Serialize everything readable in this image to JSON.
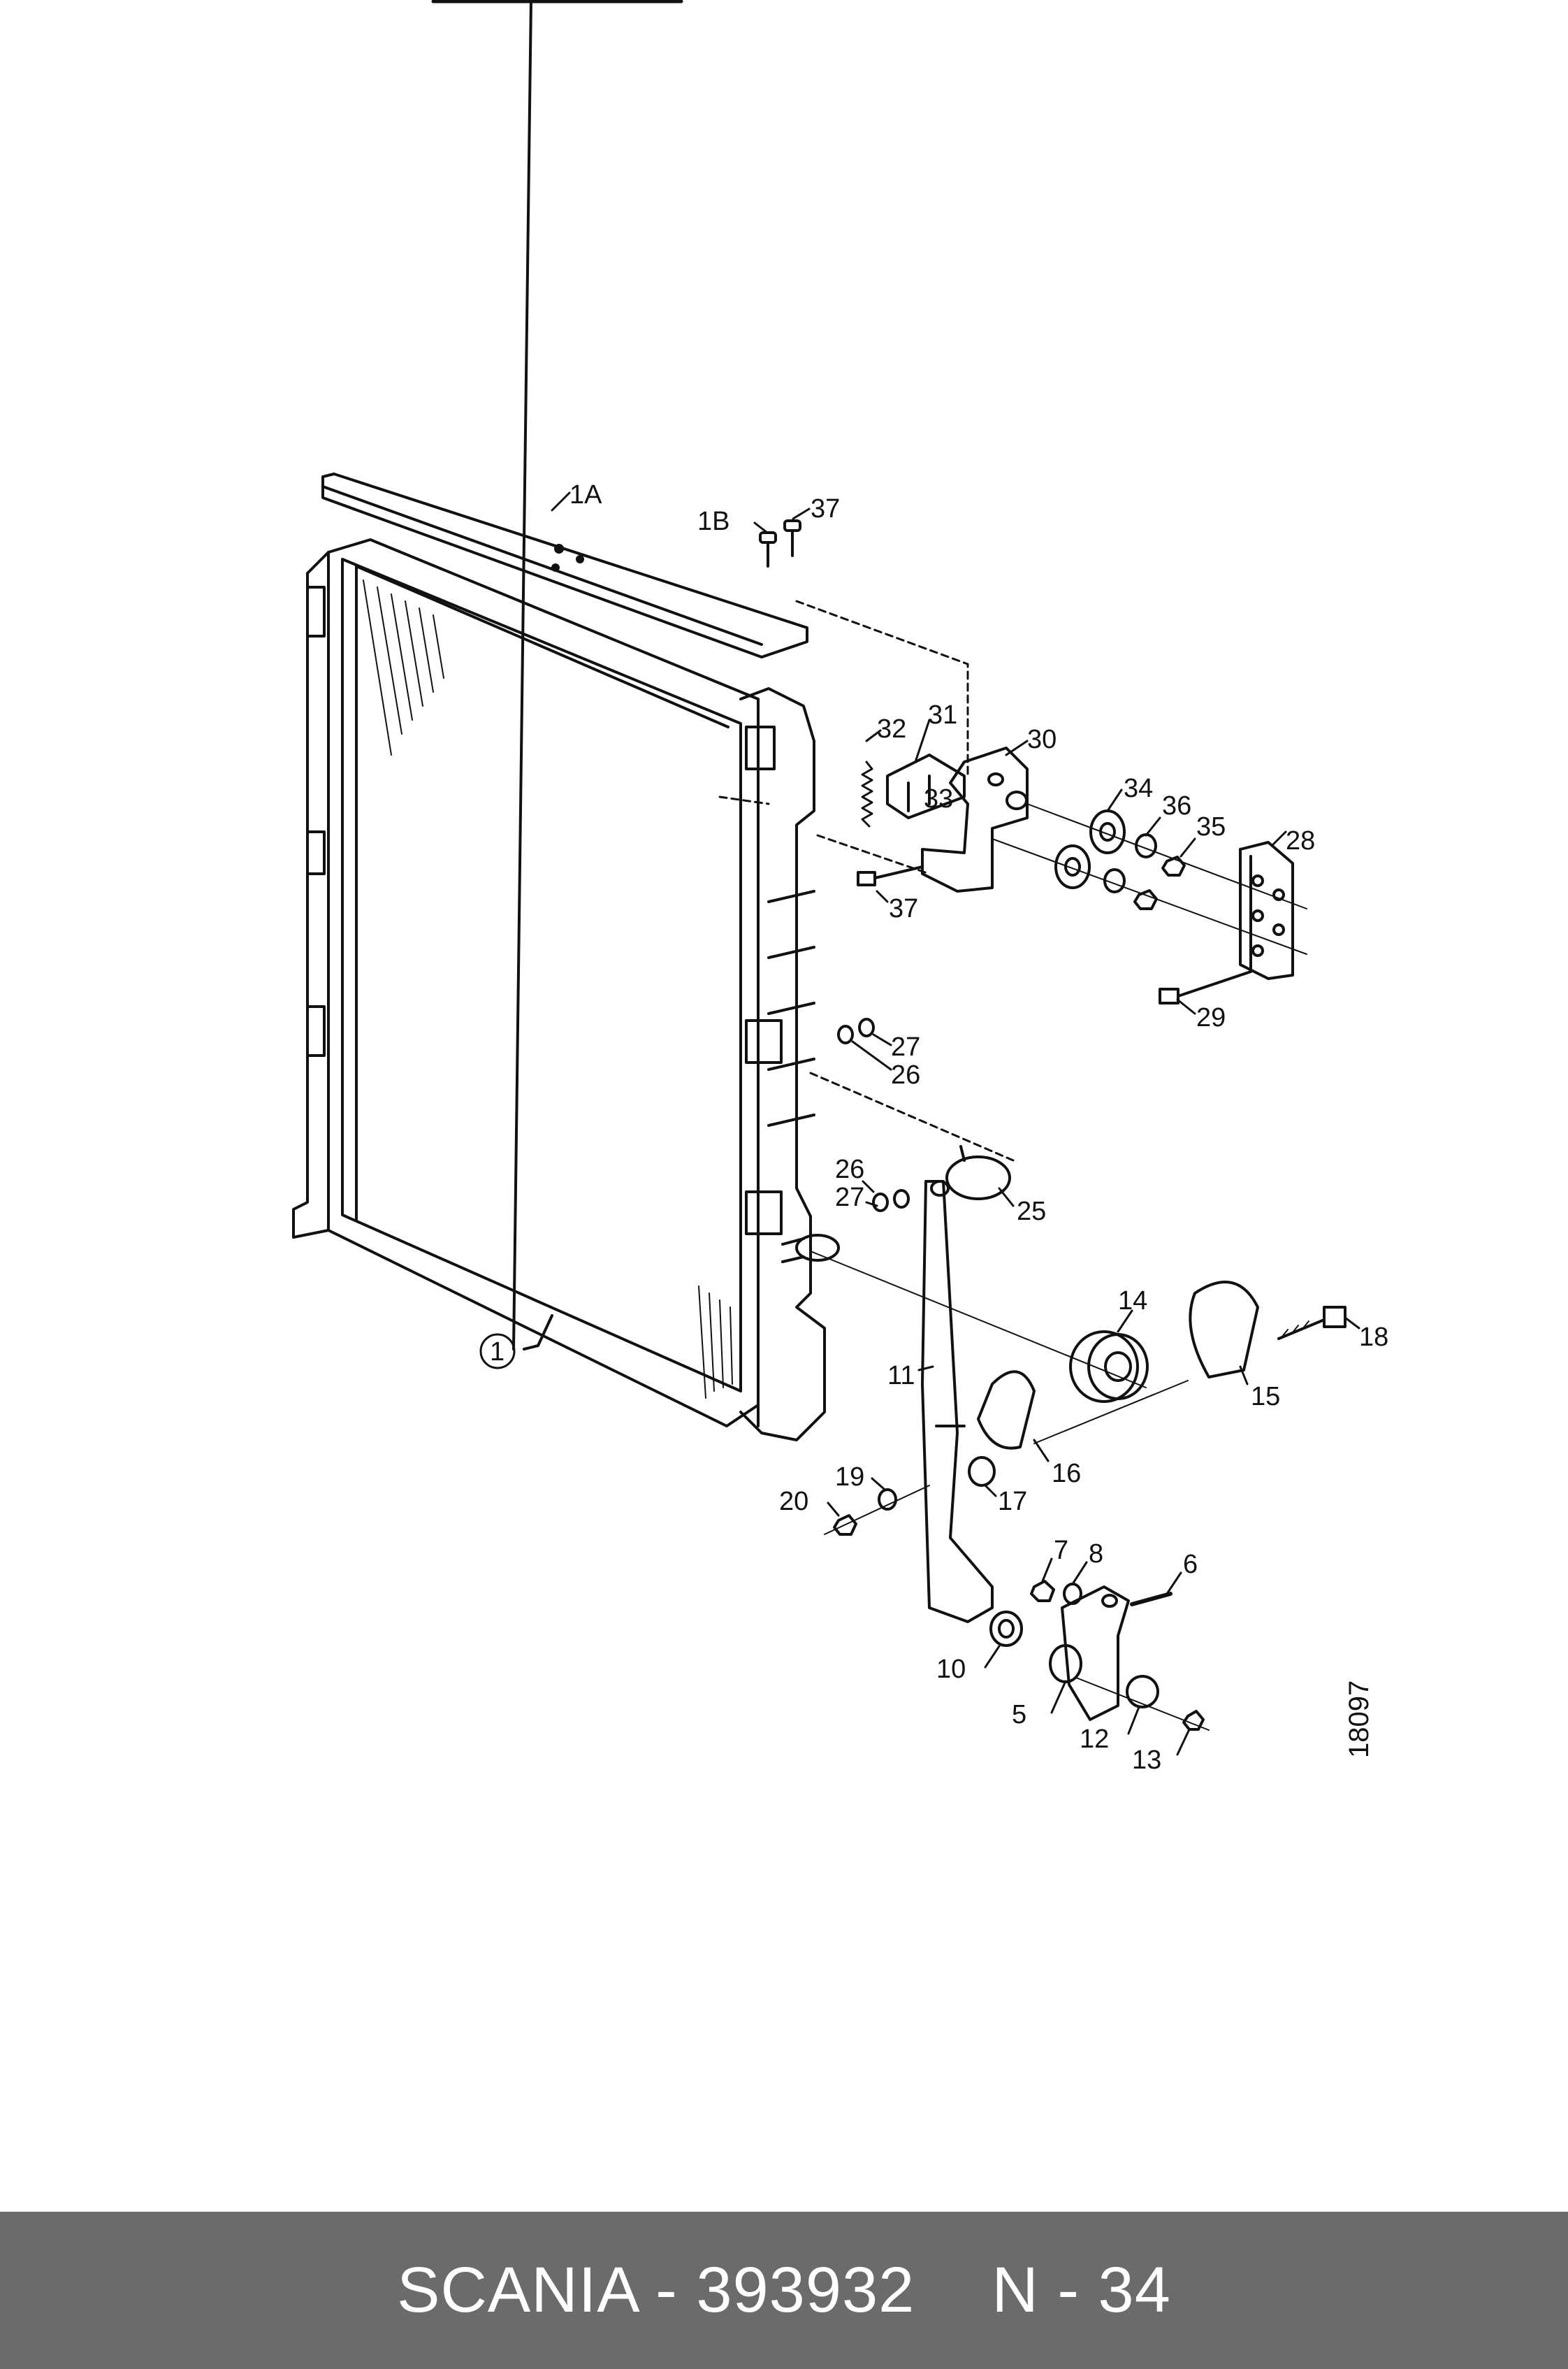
{
  "diagram": {
    "drawing_number": "18097",
    "callouts": [
      "1A",
      "1B",
      "37",
      "32",
      "31",
      "30",
      "33",
      "34",
      "36",
      "35",
      "28",
      "37",
      "29",
      "27",
      "26",
      "26",
      "27",
      "25",
      "14",
      "18",
      "15",
      "11",
      "16",
      "17",
      "19",
      "20",
      "7",
      "8",
      "6",
      "10",
      "5",
      "12",
      "13"
    ],
    "circled_label": "1"
  },
  "footer": {
    "brand_part": "SCANIA - 393932",
    "code": "N - 34"
  },
  "colors": {
    "footer_bg": "#6b6b6b",
    "footer_text": "#ffffff",
    "ink": "#111111"
  }
}
